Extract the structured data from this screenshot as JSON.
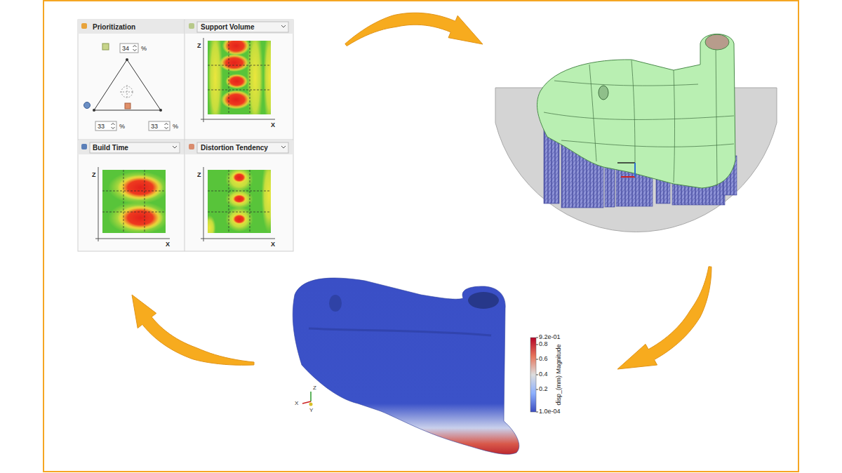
{
  "diagram": {
    "nodes": [
      {
        "text": [
          "Prioritization",
          "34",
          "%",
          "33",
          "%",
          "33",
          "%"
        ]
      },
      {
        "text": [
          "Support Volume",
          "Z",
          "X"
        ]
      },
      {
        "text": [
          "Build Time",
          "Z",
          "X"
        ]
      },
      {
        "text": [
          "Distortion Tendency",
          "Z",
          "X"
        ]
      },
      {
        "text": [
          "9.2e-01",
          "0.8",
          "0.6",
          "0.4",
          "0.2",
          "1.0e-04",
          "disp_(mm) Magnitude"
        ]
      }
    ],
    "labels": [
      "Z",
      "X",
      "Y"
    ]
  }
}
